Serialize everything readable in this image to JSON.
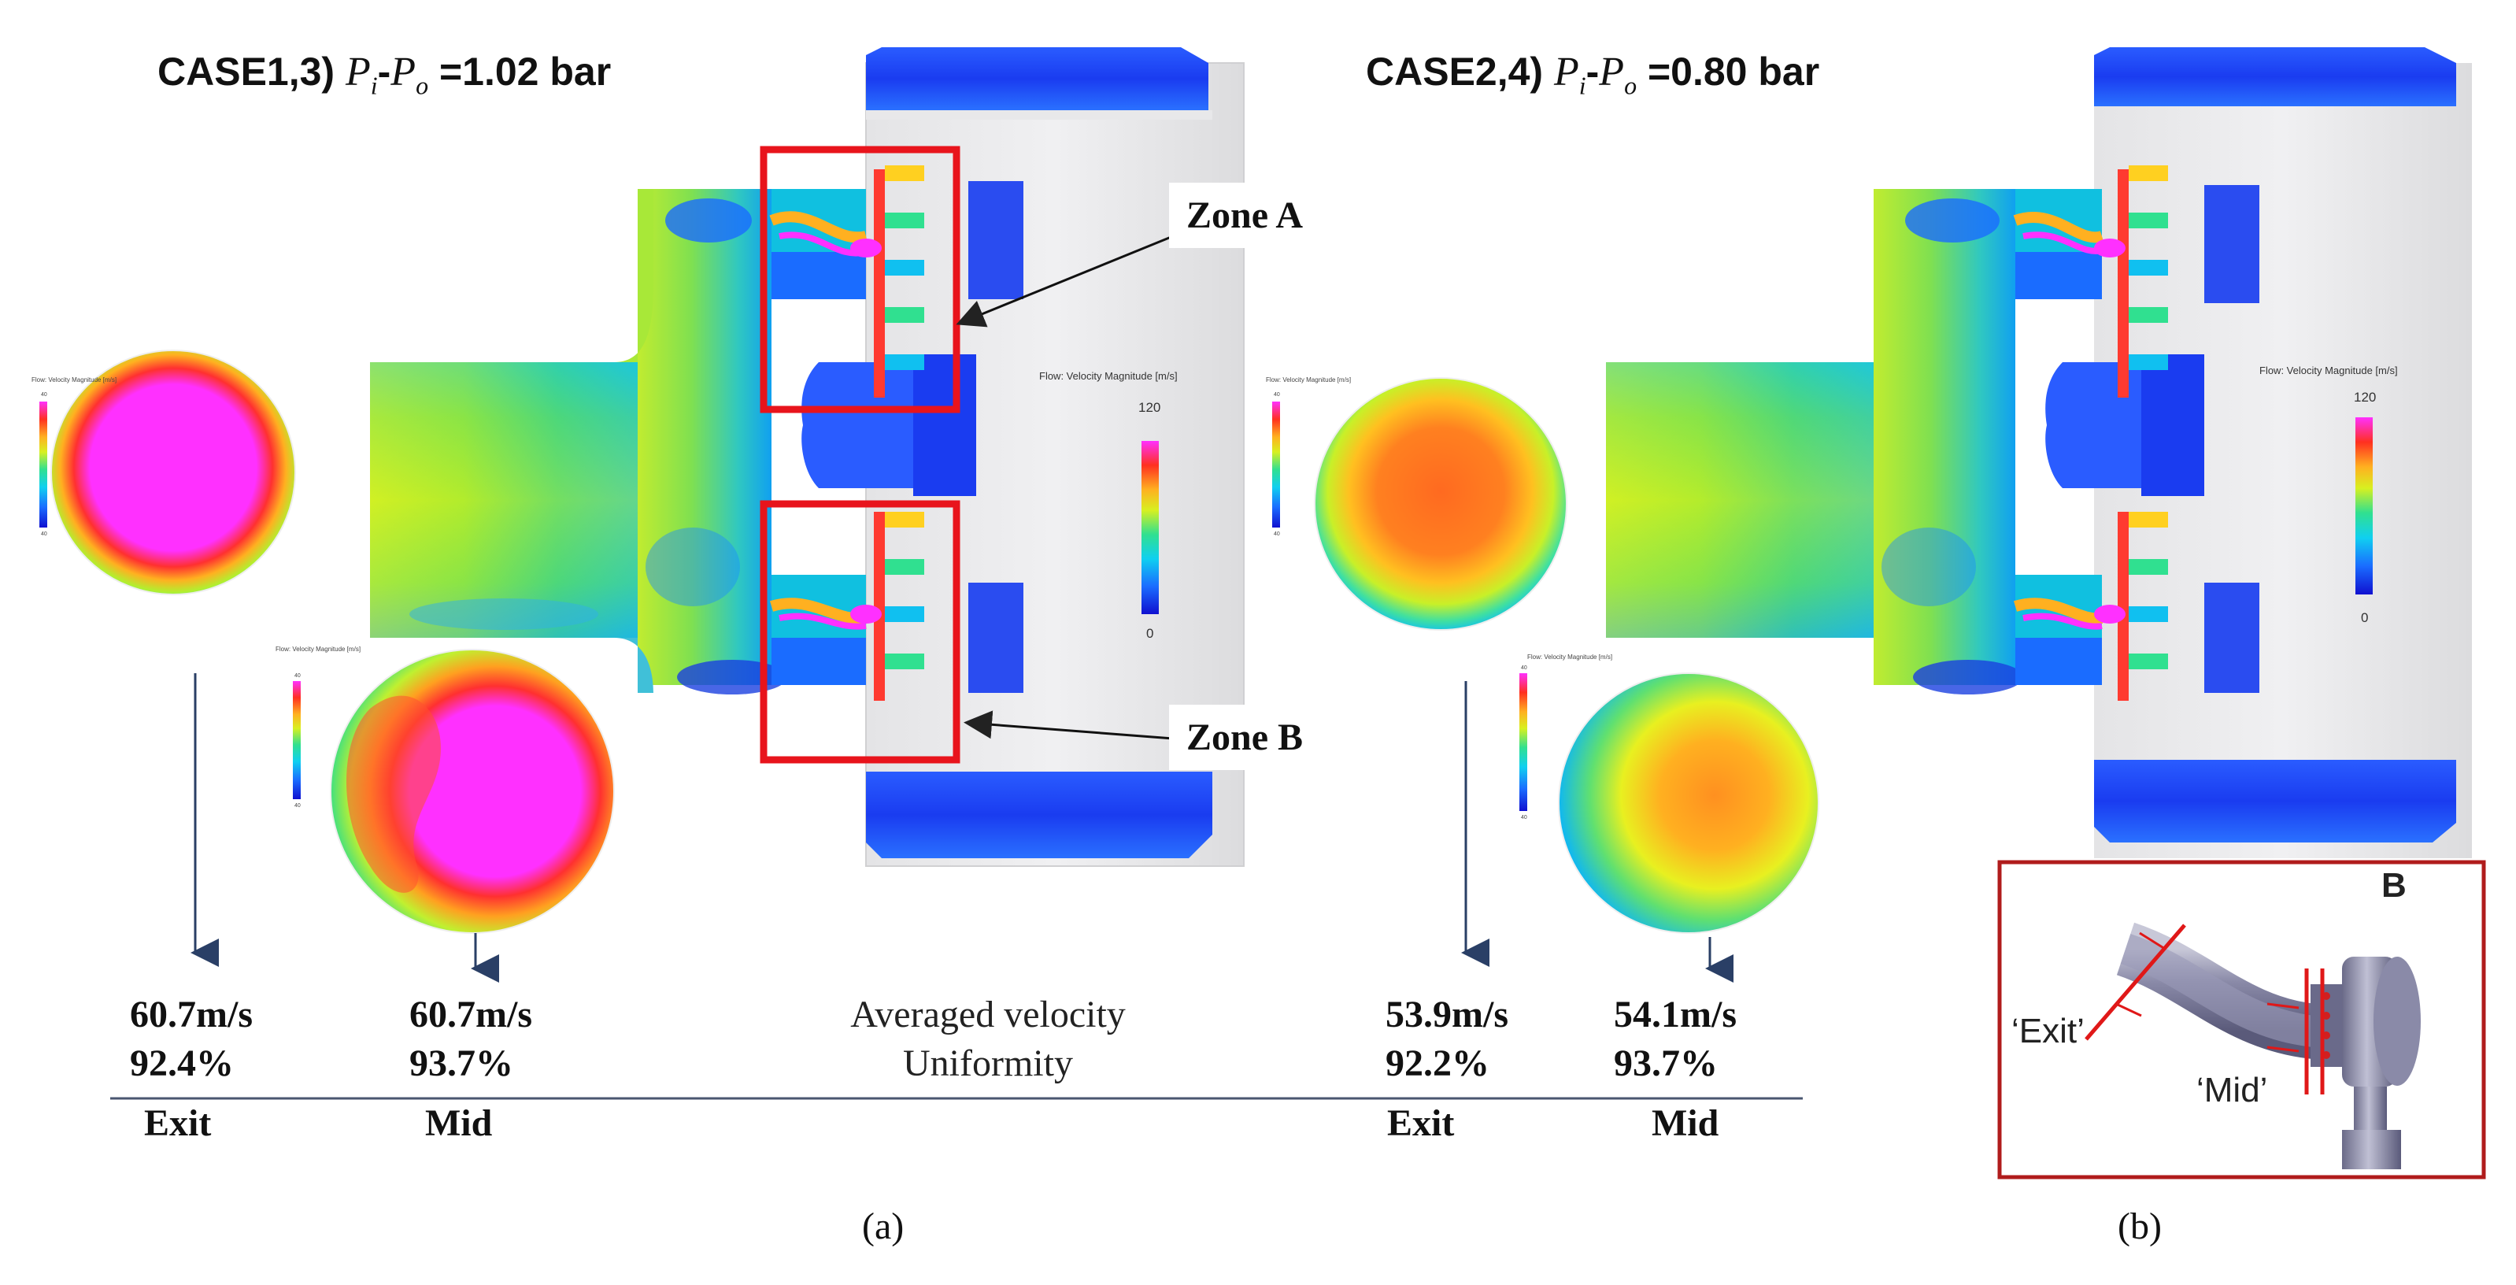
{
  "panel_a": {
    "title_case": "CASE1,3)",
    "title_pi": "P",
    "title_pi_sub": "i",
    "title_po": "P",
    "title_po_sub": "o",
    "title_value": "=1.02 bar",
    "zone_a": "Zone A",
    "zone_b": "Zone B",
    "colorbar_title": "Flow: Velocity Magnitude [m/s]",
    "colorbar_max": "120",
    "colorbar_min": "0",
    "small_cb_title": "Flow: Velocity Magnitude [m/s]",
    "small_cb_max": "40",
    "small_cb_min": "40",
    "exit_velocity": "60.7m/s",
    "exit_uniformity": "92.4%",
    "mid_velocity": "60.7m/s",
    "mid_uniformity": "93.7%",
    "exit_label": "Exit",
    "mid_label": "Mid",
    "legend_line1": "Averaged velocity",
    "legend_line2": "Uniformity",
    "label": "(a)"
  },
  "panel_b": {
    "title_case": "CASE2,4)",
    "title_pi": "P",
    "title_pi_sub": "i",
    "title_po": "P",
    "title_po_sub": "o",
    "title_value": "=0.80 bar",
    "colorbar_title": "Flow: Velocity Magnitude [m/s]",
    "colorbar_max": "120",
    "colorbar_min": "0",
    "small_cb_title": "Flow: Velocity Magnitude [m/s]",
    "small_cb_max": "40",
    "small_cb_min": "40",
    "exit_velocity": "53.9m/s",
    "exit_uniformity": "92.2%",
    "mid_velocity": "54.1m/s",
    "mid_uniformity": "93.7%",
    "exit_label": "Exit",
    "mid_label": "Mid",
    "label": "(b)",
    "inset_exit": "‘Exit’",
    "inset_mid": "‘Mid’",
    "inset_b": "B"
  },
  "colors": {
    "highlight_box": "#e8141c",
    "inset_border": "#b01c1c",
    "arrow": "#2a3f66",
    "jet": [
      "#1010d0",
      "#1a6cff",
      "#10d0f0",
      "#30e090",
      "#d8f020",
      "#ffb020",
      "#ff3020",
      "#ff30ff"
    ]
  }
}
